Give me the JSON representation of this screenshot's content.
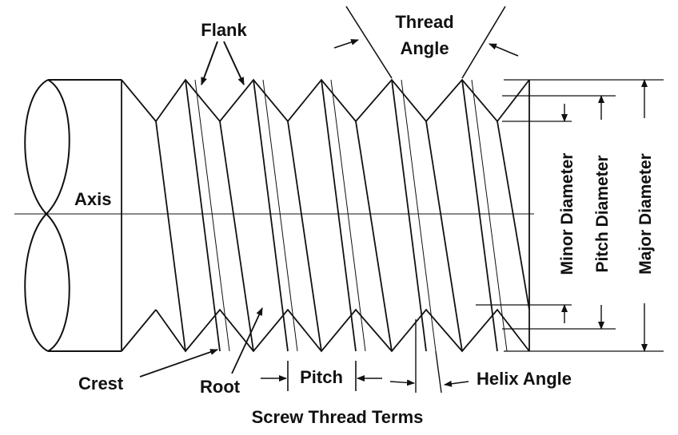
{
  "labels": {
    "flank": "Flank",
    "thread_angle_1": "Thread",
    "thread_angle_2": "Angle",
    "axis": "Axis",
    "crest": "Crest",
    "root": "Root",
    "pitch": "Pitch",
    "helix_angle": "Helix Angle",
    "minor_diameter": "Minor Diameter",
    "pitch_diameter": "Pitch Diameter",
    "major_diameter": "Major Diameter",
    "caption": "Screw Thread Terms"
  }
}
